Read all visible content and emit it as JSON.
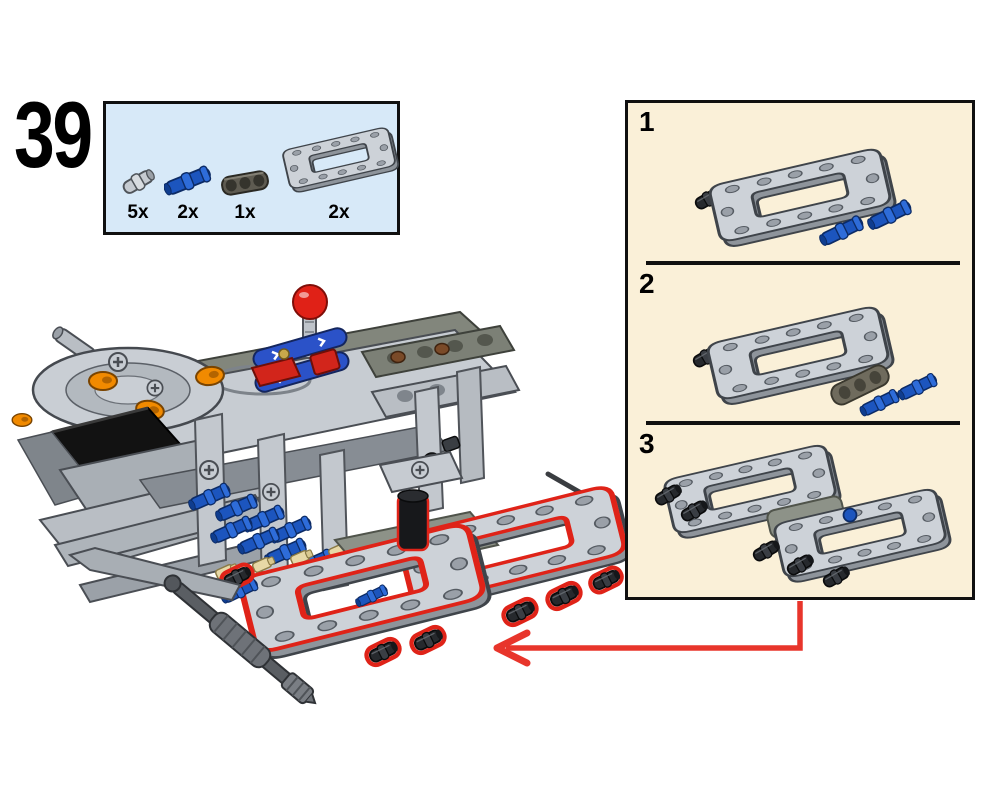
{
  "step": {
    "number": "39"
  },
  "parts_callout": {
    "background": "#D7E9F8",
    "items": [
      {
        "qty": "5x",
        "part": "technic-pin-2l-light-gray"
      },
      {
        "qty": "2x",
        "part": "technic-pin-3l-blue"
      },
      {
        "qty": "1x",
        "part": "technic-liftarm-1x3-thick-dark-gray"
      },
      {
        "qty": "2x",
        "part": "technic-frame-5x3-light-gray"
      }
    ]
  },
  "subassembly_panel": {
    "background": "#FAF0D8",
    "steps": [
      {
        "number": "1",
        "shows": "frame-with-two-gray-pins-inserted-left-and-two-blue-pins-floating"
      },
      {
        "number": "2",
        "shows": "frame-with-dark-liftarm-mounted-on-blue-pins"
      },
      {
        "number": "3",
        "shows": "two-frames-joined-offset-with-black-pins-on-front"
      }
    ]
  },
  "main_illustration": {
    "description": "technic-chassis-front-isometric-view-with-new-double-frame-subassembly-highlighted-in-red",
    "highlight_color": "#DF2318",
    "arrow_color": "#E8352B"
  },
  "colors": {
    "callout_blue": "#D7E9F8",
    "panel_cream": "#FAF0D8",
    "part_light_gray": "#C9CED4",
    "part_dark_gray": "#6F6B5D",
    "pin_blue": "#1C55BE",
    "knob_red": "#E02117",
    "cam_orange": "#F18A00",
    "outline_black": "#101010"
  }
}
